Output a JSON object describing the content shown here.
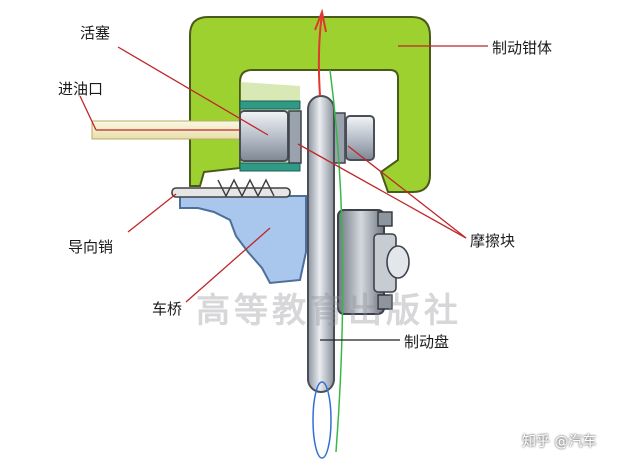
{
  "labels": {
    "piston": "活塞",
    "oil_inlet": "进油口",
    "guide_pin": "导向销",
    "axle": "车桥",
    "caliper_body": "制动钳体",
    "friction_pad": "摩擦块",
    "brake_disc": "制动盘"
  },
  "watermark": {
    "text": "高等教育出版社"
  },
  "credit": {
    "text": "知乎 @汽车"
  },
  "colors": {
    "caliper": "#9dd12f",
    "caliper_outline": "#4a5a1a",
    "oil_pipe": "#f4eec8",
    "axle": "#a9c6ec",
    "disc": "#d9dde3",
    "leader_line": "#c0262a",
    "pointer_line": "#222222"
  }
}
